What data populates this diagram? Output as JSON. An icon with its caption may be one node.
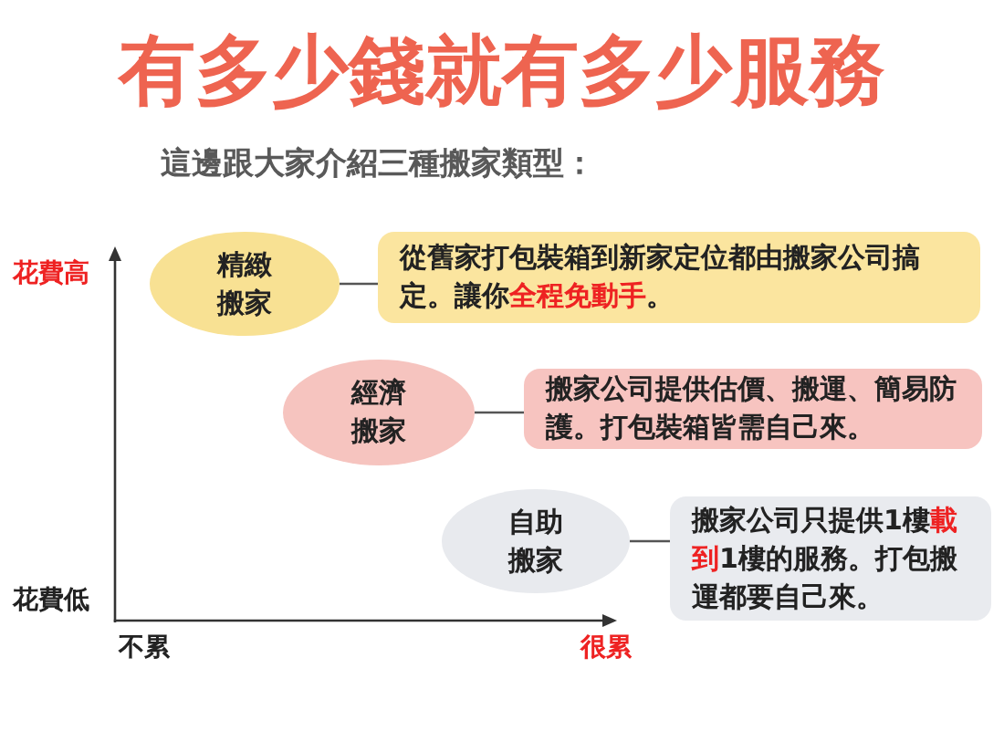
{
  "diagram": {
    "title": "有多少錢就有多少服務",
    "nodes": [
      {
        "text": [
          "精緻搬家"
        ]
      },
      {
        "text": [
          "從舊家打包裝箱到新家定位都由搬家公司搞定。讓你**全程免動手**。"
        ]
      },
      {
        "text": [
          "經濟搬家"
        ]
      },
      {
        "text": [
          "搬家公司提供估價、搬運、簡易防護。打包裝箱皆需自己來。"
        ]
      },
      {
        "text": [
          "自助搬家"
        ]
      },
      {
        "text": [
          "搬家公司只提供1樓**載到**1樓的服務。打包搬運都要自己來。"
        ]
      }
    ],
    "edges": [
      {
        "from": 0,
        "to": 1,
        "arrow": "none"
      },
      {
        "from": 2,
        "to": 3,
        "arrow": "none"
      },
      {
        "from": 4,
        "to": 5,
        "arrow": "none"
      }
    ],
    "labels": [
      "這邊跟大家介紹三種搬家類型：",
      "花費高",
      "花費低",
      "不累",
      "很累"
    ]
  }
}
